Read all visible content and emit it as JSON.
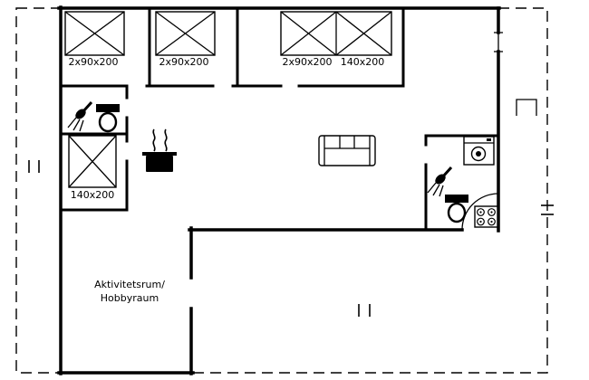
{
  "floorplan": {
    "bed_labels": [
      {
        "label": "2x90x200"
      },
      {
        "label": "2x90x200"
      },
      {
        "label": "2x90x200"
      },
      {
        "label": "140x200"
      },
      {
        "label": "140x200"
      }
    ],
    "activity_room": {
      "line1": "Aktivitetsrum/",
      "line2": "Hobbyraum"
    },
    "icons": {
      "bed": "bed-icon",
      "shower": "shower-icon",
      "toilet": "toilet-icon",
      "cooking_pot": "cooking-pot-icon",
      "sofa": "sofa-icon",
      "washing_machine": "washing-machine-icon",
      "stove_hob": "stove-hob-icon",
      "door_swing": "door-swing-icon"
    },
    "colors": {
      "wall": "#000000",
      "background": "#ffffff"
    }
  }
}
